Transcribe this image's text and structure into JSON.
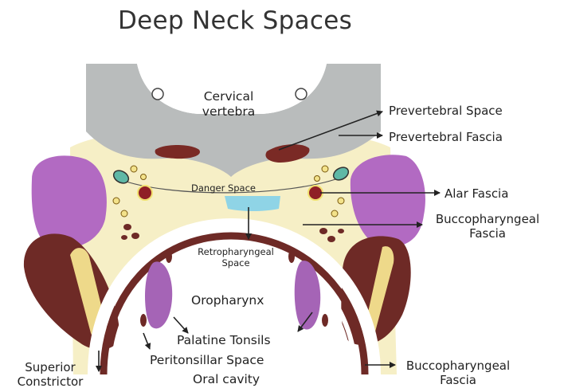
{
  "title": "Deep Neck Spaces",
  "labels": {
    "cervical_vertebra": "Cervical\nvertebra",
    "prevertebral_space": "Prevertebral Space",
    "prevertebral_fascia": "Prevertebral Fascia",
    "danger_space": "Danger Space",
    "alar_fascia": "Alar Fascia",
    "buccopharyngeal_fascia_upper": "Buccopharyngeal\nFascia",
    "retropharyngeal_space": "Retropharyngeal\nSpace",
    "oropharynx": "Oropharynx",
    "palatine_tonsils": "Palatine Tonsils",
    "peritonsillar_space": "Peritonsillar Space",
    "oral_cavity": "Oral cavity",
    "superior_constrictor": "Superior\nConstrictor",
    "buccopharyngeal_fascia_lower": "Buccopharyngeal\nFascia"
  },
  "colors": {
    "vertebra": "#b9bcbc",
    "soft_tissue": "#f6efc6",
    "muscle": "#6e2a26",
    "gland": "#b26ac2",
    "tonsil": "#a564b6",
    "danger_space": "#8fd4e6",
    "artery": "#8f1f26",
    "vein": "#5fb8a6",
    "text": "#222222"
  }
}
